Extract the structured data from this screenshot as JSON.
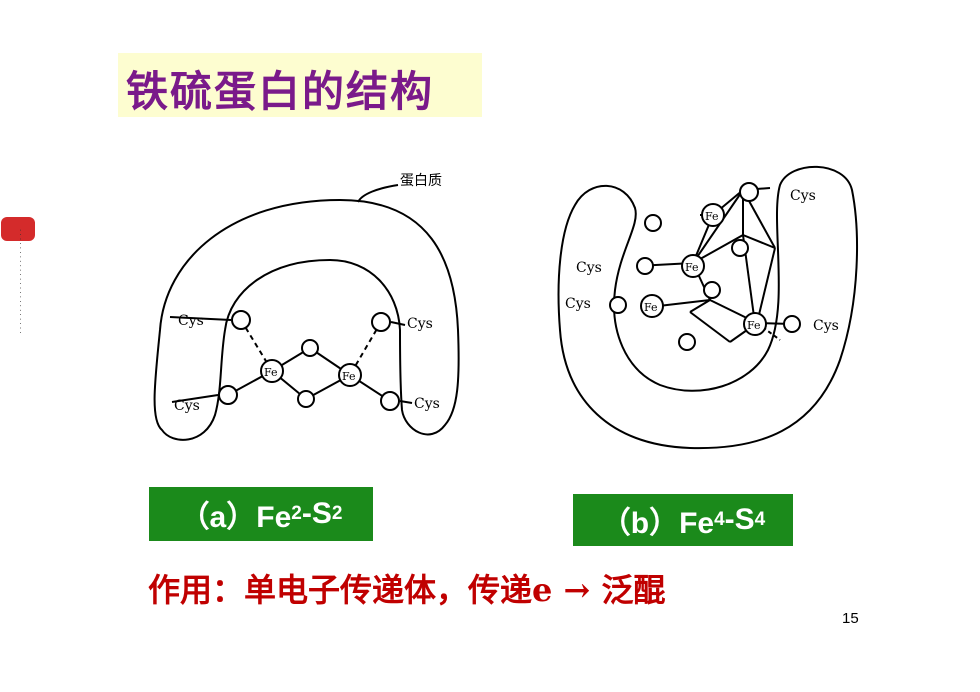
{
  "title": "铁硫蛋白的结构",
  "diagram_a": {
    "protein_label": "蛋白质",
    "cys_labels": [
      "Cys",
      "Cys",
      "Cys",
      "Cys"
    ],
    "fe_labels": [
      "Fe",
      "Fe"
    ],
    "caption": {
      "prefix": "（a）Fe",
      "sub1": "2",
      "mid": "-S",
      "sub2": "2"
    }
  },
  "diagram_b": {
    "cys_labels": [
      "Cys",
      "Cys",
      "Cys",
      "Cys"
    ],
    "fe_labels": [
      "Fe",
      "Fe",
      "Fe",
      "Fe"
    ],
    "caption": {
      "prefix": "（b）Fe",
      "sub1": "4",
      "mid": "-S",
      "sub2": "4"
    }
  },
  "footer_text": "作用：单电子传递体，传递e → 泛醌",
  "page_number": "15",
  "colors": {
    "title": "#7a1a8a",
    "title_bg": "#fdfdd0",
    "caption_bg": "#1b8a1b",
    "footer": "#c00000"
  }
}
